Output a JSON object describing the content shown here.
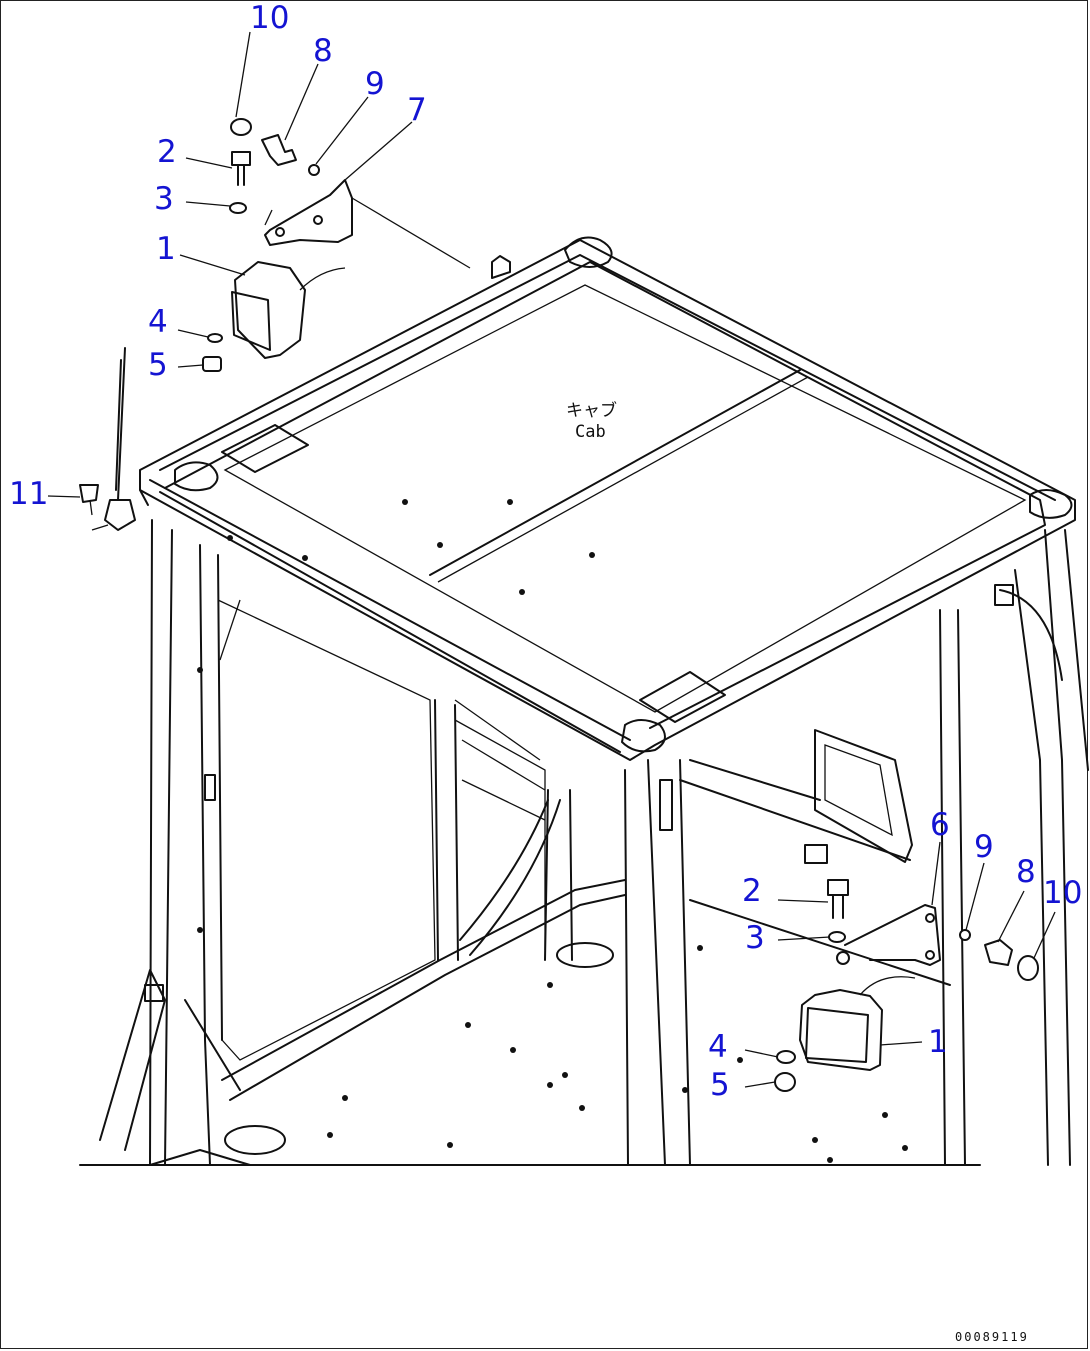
{
  "labels": {
    "cab_jp": "キャブ",
    "cab_en": "Cab",
    "doc_no": "00089119"
  },
  "callouts": {
    "top": {
      "p10": "10",
      "p8": "8",
      "p9": "9",
      "p7": "7",
      "p2": "2",
      "p3": "3",
      "p1": "1",
      "p4": "4",
      "p5": "5",
      "p11": "11"
    },
    "right": {
      "p6": "6",
      "p9": "9",
      "p8": "8",
      "p10": "10",
      "p2": "2",
      "p3": "3",
      "p4": "4",
      "p1": "1",
      "p5": "5"
    }
  },
  "colors": {
    "callout": "#1414d2",
    "line": "#111111"
  }
}
